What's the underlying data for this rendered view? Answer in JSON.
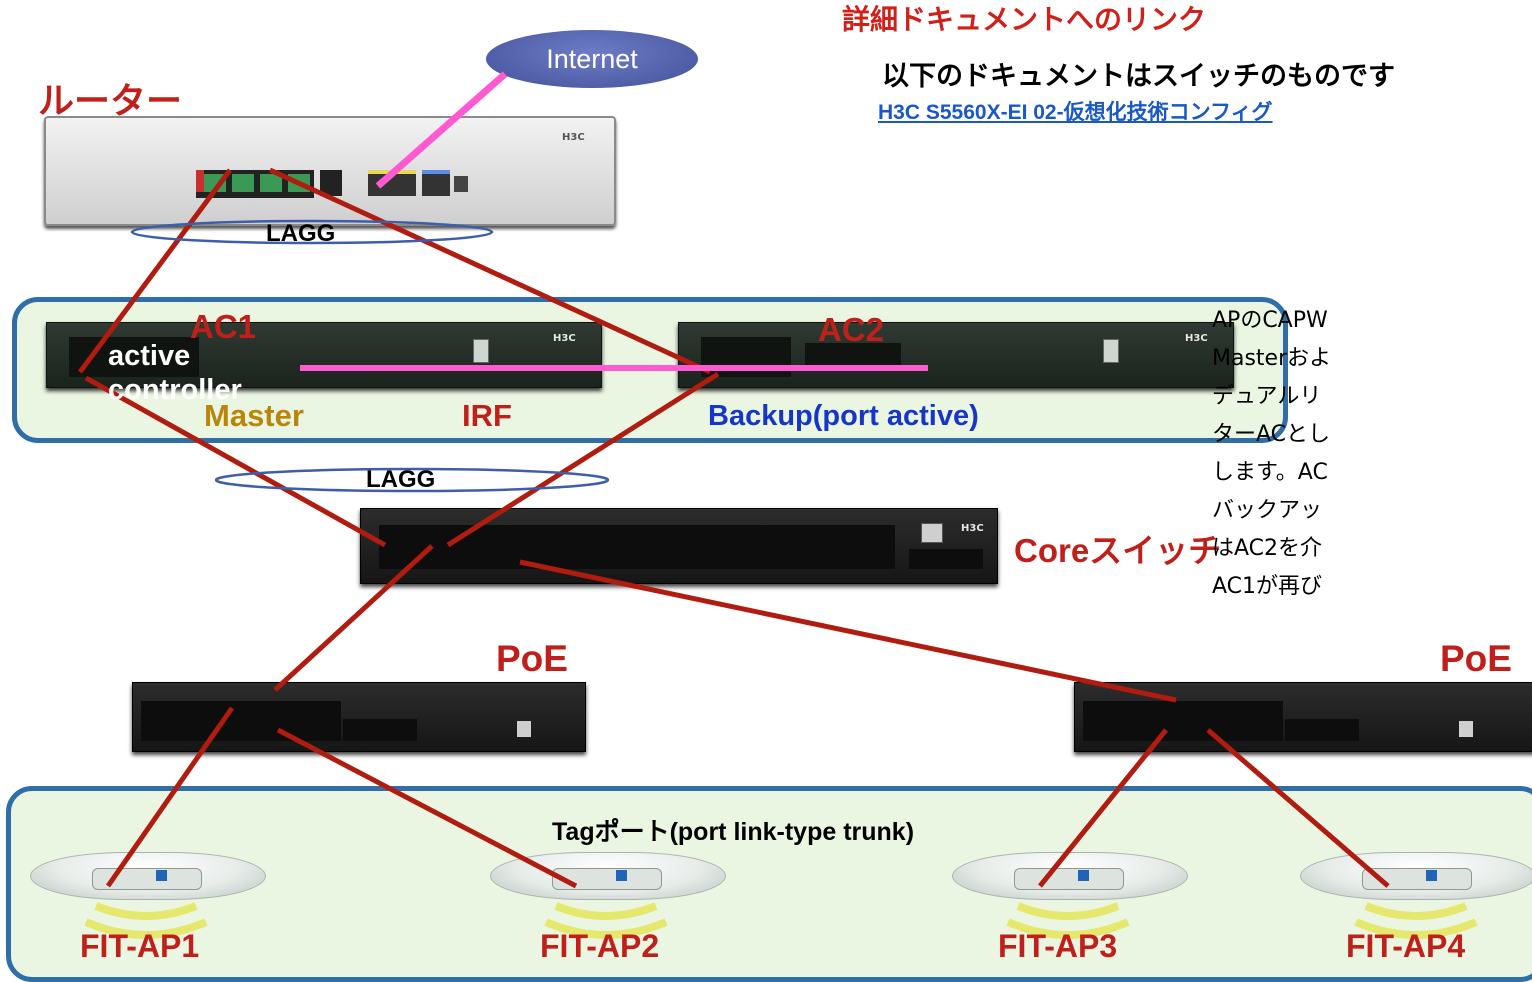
{
  "header": {
    "doc_heading": "詳細ドキュメントへのリンク",
    "doc_note": "以下のドキュメントはスイッチのものです",
    "doc_link": "H3C S5560X-EI 02-仮想化技術コンフィグ"
  },
  "description": [
    "APのCAPW",
    "Masterおよ",
    "デュアルリ",
    "ターACとし",
    "します。AC",
    "バックアッ",
    "はAC2を介",
    "AC1が再び"
  ],
  "internet": {
    "label": "Internet"
  },
  "router": {
    "label": "ルーター",
    "brand": "H3C"
  },
  "lagg_top": {
    "label": "LAGG"
  },
  "lagg_mid": {
    "label": "LAGG"
  },
  "ac1": {
    "label": "AC1",
    "role_line1": "active",
    "role_line2": "controller",
    "irf_role": "Master",
    "brand": "H3C"
  },
  "ac2": {
    "label": "AC2",
    "irf_role": "Backup(port active)",
    "brand": "H3C"
  },
  "irf": {
    "label": "IRF"
  },
  "core": {
    "label": "Coreスイッチ",
    "brand": "H3C"
  },
  "poe_left": {
    "label": "PoE"
  },
  "poe_right": {
    "label": "PoE"
  },
  "ap_group": {
    "label": "Tagポート(port link-type trunk)"
  },
  "aps": [
    {
      "label": "FIT-AP1"
    },
    {
      "label": "FIT-AP2"
    },
    {
      "label": "FIT-AP3"
    },
    {
      "label": "FIT-AP4"
    }
  ],
  "colors": {
    "uplink": "#b01c0f",
    "irf_link": "#ff5ad2",
    "frame_border": "#2f6ea9",
    "frame_fill": "#eaf6e1",
    "label_red": "#c0201a",
    "master_gold": "#b8860b",
    "backup_blue": "#1536c8",
    "link_blue": "#1a58c5"
  }
}
